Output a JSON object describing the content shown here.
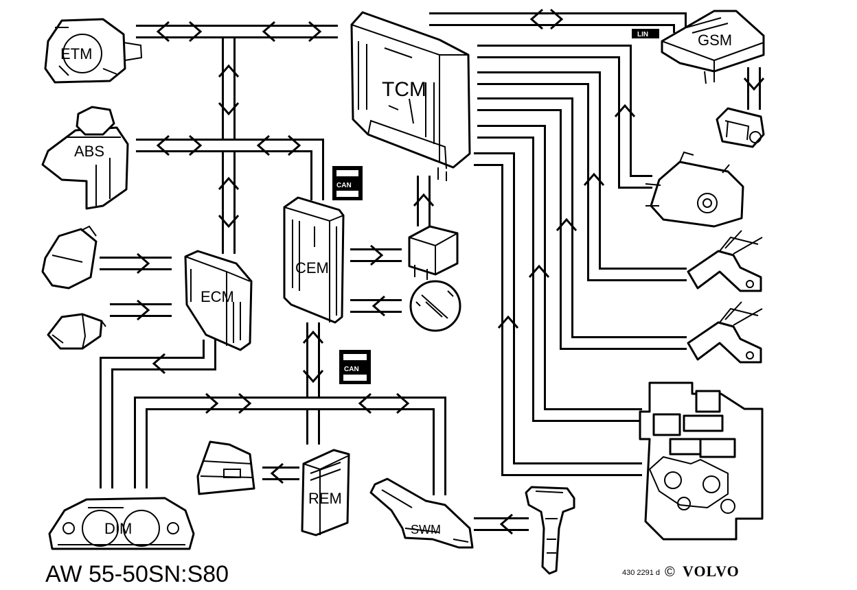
{
  "diagram": {
    "title": "AW 55-50SN:S80",
    "reference_code": "430 2291 d",
    "brand": "VOLVO",
    "copyright_symbol": "©",
    "components": {
      "etm": "ETM",
      "abs": "ABS",
      "tcm": "TCM",
      "gsm": "GSM",
      "cem": "CEM",
      "ecm": "ECM",
      "rem": "REM",
      "swm": "SWM",
      "dim": "DIM"
    },
    "network_badges": {
      "can_top": "CAN",
      "can_bottom": "CAN",
      "lin": "LIN"
    }
  }
}
